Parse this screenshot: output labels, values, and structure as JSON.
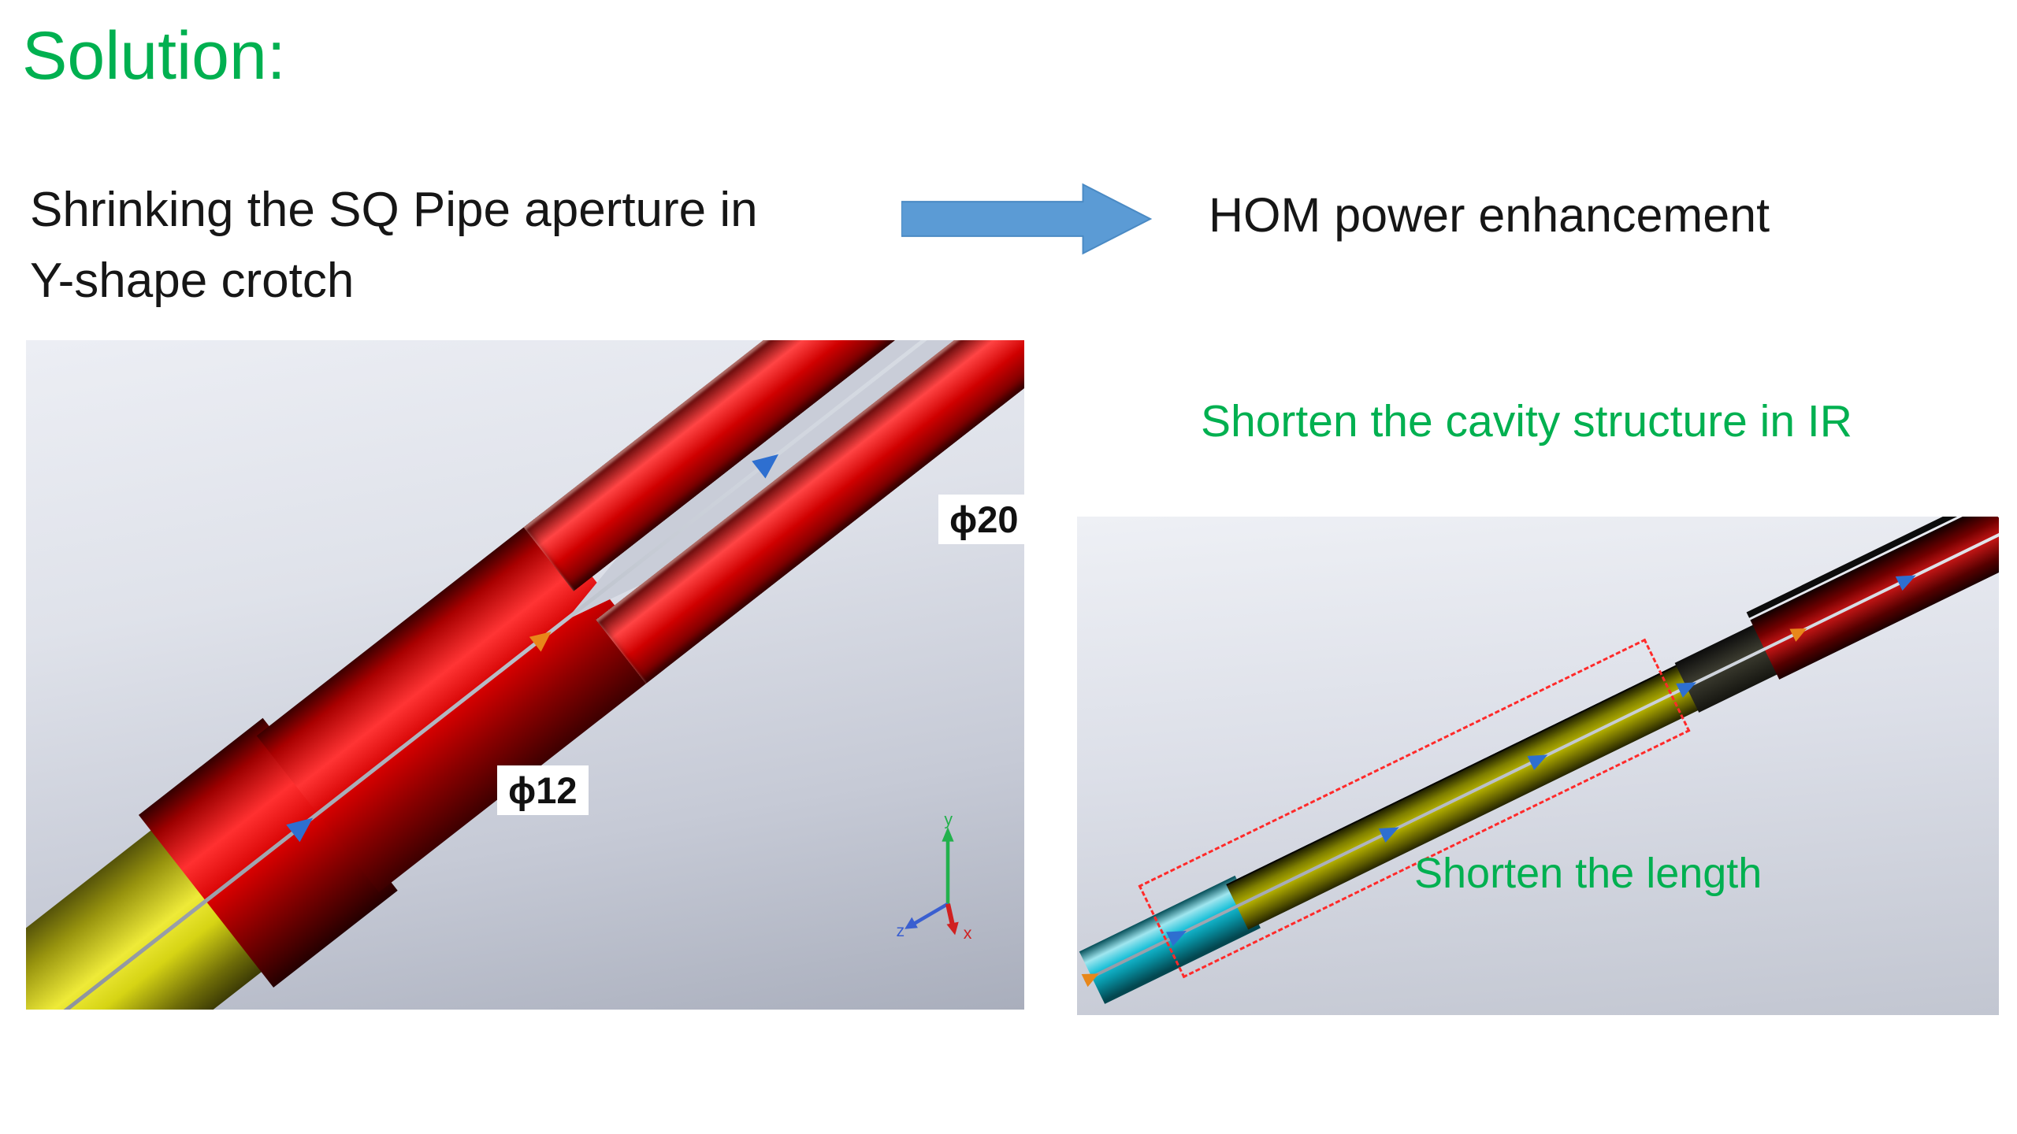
{
  "slide": {
    "title": "Solution:",
    "statement_line1": "Shrinking the SQ Pipe aperture in",
    "statement_line2": "Y-shape crotch",
    "result_text": "HOM power enhancement",
    "cavity_caption": "Shorten the cavity structure in IR"
  },
  "left_figure": {
    "label_outer": "ϕ20",
    "label_inner": "ϕ12",
    "axis_y": "y",
    "axis_z": "z",
    "axis_x": "x"
  },
  "right_figure": {
    "caption": "Shorten the length"
  },
  "colors": {
    "accent_green": "#00b050",
    "arrow_blue": "#5b9bd5",
    "pipe_red": "#c00000",
    "pipe_yellow": "#d8d414",
    "pipe_olive": "#8a8a00",
    "pipe_cyan": "#18c0d8",
    "dashed_outline_red": "#ff2a2a"
  }
}
